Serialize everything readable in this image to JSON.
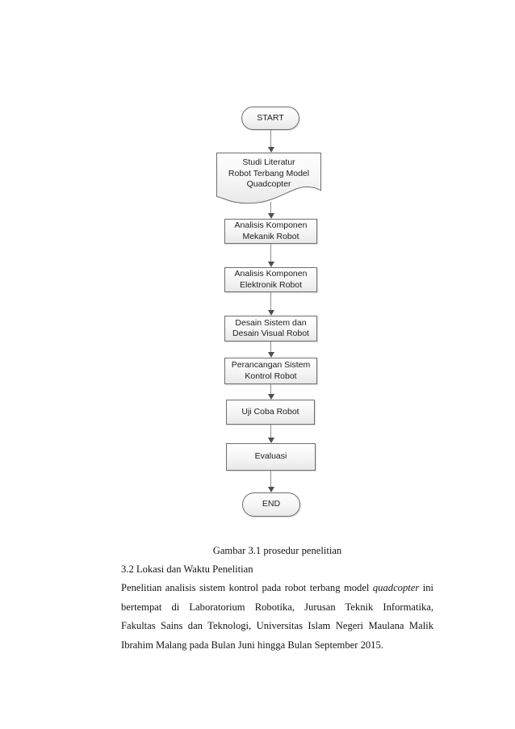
{
  "page": {
    "background": "#ffffff"
  },
  "figure": {
    "caption": "Gambar 3.1 prosedur penelitian",
    "colors": {
      "node_border": "#6e6e6e",
      "node_fill_top": "#ffffff",
      "node_fill_bottom": "#e9e9e9",
      "arrow_line": "#8f8f8f",
      "arrow_head": "#4f4f4f",
      "node_text": "#1c1c1c"
    },
    "nodes": [
      {
        "type": "terminator",
        "lines": [
          "START"
        ]
      },
      {
        "type": "document",
        "lines": [
          "Studi Literatur",
          "Robot Terbang Model",
          "Quadcopter"
        ]
      },
      {
        "type": "process",
        "lines": [
          "Analisis Komponen",
          "Mekanik Robot"
        ]
      },
      {
        "type": "process",
        "lines": [
          "Analisis Komponen",
          "Elektronik Robot"
        ]
      },
      {
        "type": "process",
        "lines": [
          "Desain Sistem dan",
          "Desain Visual Robot"
        ]
      },
      {
        "type": "process",
        "lines": [
          "Perancangan Sistem",
          "Kontrol Robot"
        ]
      },
      {
        "type": "process",
        "lines": [
          "Uji Coba Robot"
        ]
      },
      {
        "type": "process",
        "lines": [
          "Evaluasi"
        ]
      },
      {
        "type": "terminator",
        "lines": [
          "END"
        ]
      }
    ]
  },
  "section": {
    "heading": "3.2 Lokasi dan Waktu Penelitian",
    "paragraph": {
      "line1_pre": "Penelitian analisis sistem kontrol pada robot terbang model ",
      "line1_italic": "quadcopter",
      "line1_post": " ini",
      "line2": "bertempat di Laboratorium Robotika, Jurusan Teknik Informatika,",
      "line3": "Fakultas Sains dan Teknologi, Universitas Islam Negeri Maulana Malik",
      "line4": "Ibrahim Malang pada Bulan Juni hingga Bulan September 2015."
    }
  }
}
